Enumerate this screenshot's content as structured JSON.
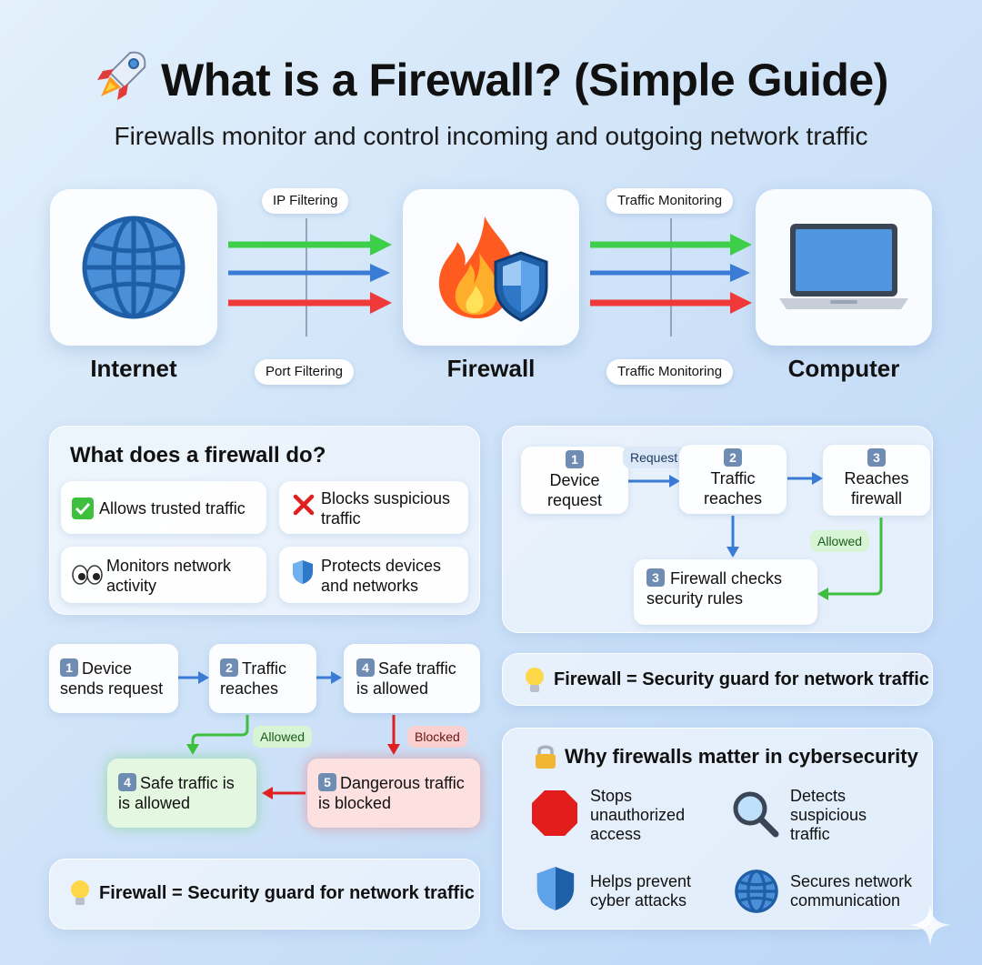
{
  "header": {
    "title": "What is a Firewall? (Simple Guide)",
    "subtitle": "Firewalls monitor and control incoming and outgoing network traffic"
  },
  "top_flow": {
    "nodes": [
      {
        "label": "Internet",
        "icon": "globe-icon"
      },
      {
        "label": "Firewall",
        "icon": "firewall-shield-icon"
      },
      {
        "label": "Computer",
        "icon": "laptop-icon"
      }
    ],
    "labels": {
      "ip_filtering": "IP Filtering",
      "port_filtering": "Port Filtering",
      "traffic_monitoring_top": "Traffic Monitoring",
      "traffic_monitoring_bottom": "Traffic Monitoring"
    },
    "arrow_colors": [
      "#3ecf4a",
      "#3a7bd5",
      "#f03a3a"
    ]
  },
  "what_does": {
    "title": "What does a firewall do?",
    "items": [
      {
        "icon": "check-icon",
        "text": "Allows trusted traffic"
      },
      {
        "icon": "cross-icon",
        "text": "Blocks suspicious traffic"
      },
      {
        "icon": "eyes-icon",
        "text": "Monitors network activity"
      },
      {
        "icon": "shield-icon",
        "text": "Protects devices and networks"
      }
    ]
  },
  "steps_flow": {
    "s1_num": "1",
    "s1": "Device request",
    "s2_num": "2",
    "s2": "Traffic reaches",
    "s3_num": "3",
    "s3": "Reaches firewall",
    "s4_num": "3",
    "s4": "Firewall checks security rules",
    "request_tag": "Request",
    "allowed_tag": "Allowed"
  },
  "bottom_flow": {
    "a_num": "1",
    "a": "Device sends request",
    "b_num": "2",
    "b": "Traffic reaches",
    "c_num": "4",
    "c": "Safe traffic is allowed",
    "d_num": "4",
    "d": "Safe traffic is is allowed",
    "e_num": "5",
    "e": "Dangerous traffic is blocked",
    "allowed_tag": "Allowed",
    "blocked_tag": "Blocked"
  },
  "guard_right": {
    "icon": "lightbulb-icon",
    "text": "Firewall = Security guard for network traffic"
  },
  "guard_left": {
    "icon": "lightbulb-icon",
    "text": "Firewall = Security guard for network traffic"
  },
  "why": {
    "icon": "lock-icon",
    "title": "Why firewalls matter in cybersecurity",
    "items": [
      {
        "icon": "stop-sign-icon",
        "text": "Stops unauthorized access"
      },
      {
        "icon": "magnifier-icon",
        "text": "Detects suspicious traffic"
      },
      {
        "icon": "shield-icon",
        "text": "Helps prevent cyber attacks"
      },
      {
        "icon": "globe-icon",
        "text": "Secures network communication"
      }
    ]
  }
}
